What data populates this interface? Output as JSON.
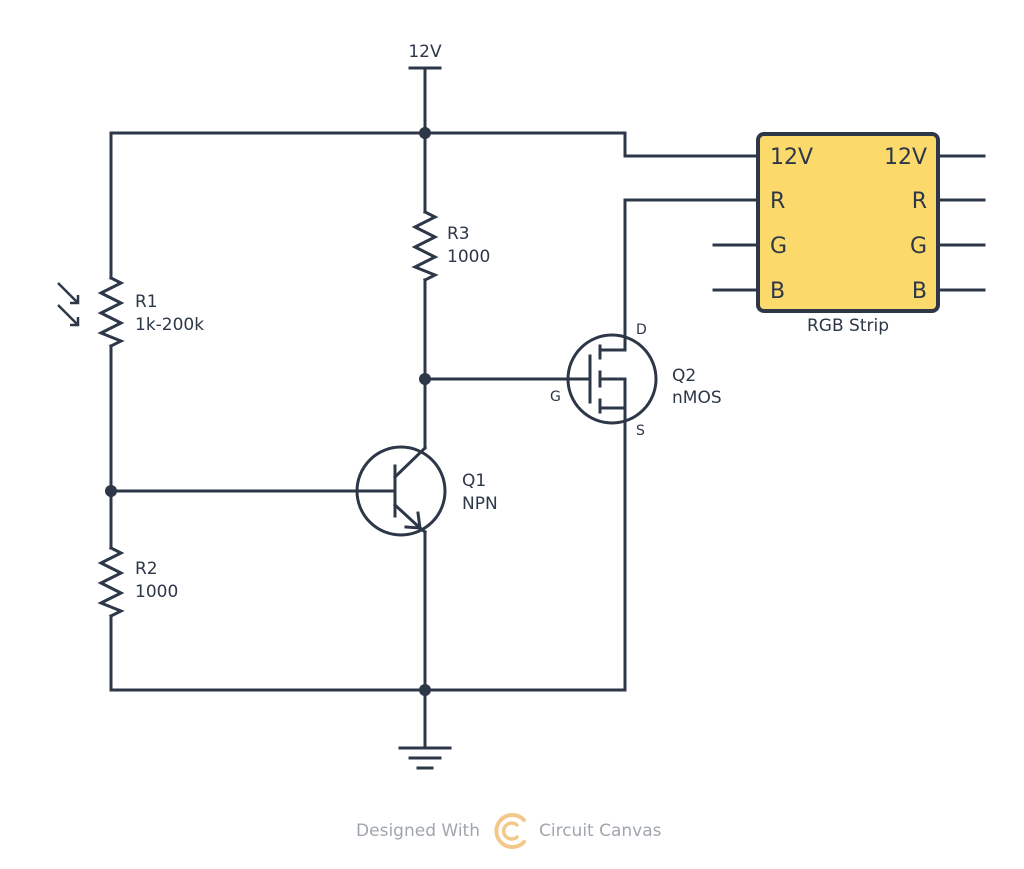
{
  "supply": {
    "label": "12V"
  },
  "r1": {
    "name": "R1",
    "value": "1k-200k"
  },
  "r2": {
    "name": "R2",
    "value": "1000"
  },
  "r3": {
    "name": "R3",
    "value": "1000"
  },
  "q1": {
    "name": "Q1",
    "type": "NPN"
  },
  "q2": {
    "name": "Q2",
    "type": "nMOS",
    "pin_d": "D",
    "pin_g": "G",
    "pin_s": "S"
  },
  "rgb": {
    "label": "RGB Strip",
    "fill_color": "#fbd96a",
    "left_pins": [
      "12V",
      "R",
      "G",
      "B"
    ],
    "right_pins": [
      "12V",
      "R",
      "G",
      "B"
    ]
  },
  "watermark": {
    "prefix": "Designed With",
    "brand": "Circuit Canvas",
    "logo_color": "#f3c98b"
  },
  "colors": {
    "wire": "#2d3748"
  }
}
